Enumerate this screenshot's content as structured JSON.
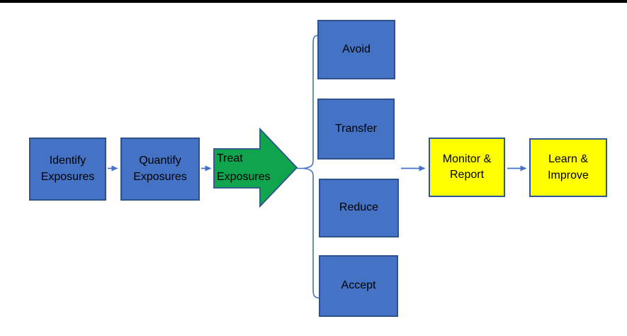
{
  "diagram": {
    "title_hint": "risk management exposure treatment flow",
    "nodes": {
      "identify": {
        "label": "Identify Exposures",
        "shape": "rectangle",
        "fill": "blue"
      },
      "quantify": {
        "label": "Quantify Exposures",
        "shape": "rectangle",
        "fill": "blue"
      },
      "treat": {
        "label": "Treat Exposures",
        "shape": "right-block-arrow",
        "fill": "green"
      },
      "avoid": {
        "label": "Avoid",
        "shape": "rectangle",
        "fill": "blue"
      },
      "transfer": {
        "label": "Transfer",
        "shape": "rectangle",
        "fill": "blue"
      },
      "reduce": {
        "label": "Reduce",
        "shape": "rectangle",
        "fill": "blue"
      },
      "accept": {
        "label": "Accept",
        "shape": "rectangle",
        "fill": "blue"
      },
      "monitor": {
        "label": "Monitor & Report",
        "shape": "rectangle",
        "fill": "yellow"
      },
      "learn": {
        "label": "Learn & Improve",
        "shape": "rectangle",
        "fill": "yellow"
      }
    },
    "flow": [
      "Identify Exposures -> Quantify Exposures",
      "Quantify Exposures -> Treat Exposures",
      "Treat Exposures -> {Avoid, Transfer, Reduce, Accept}",
      "{Avoid, Transfer, Reduce, Accept} -> Monitor & Report",
      "Monitor & Report -> Learn & Improve"
    ]
  },
  "colors": {
    "page-bg": "#ffffff",
    "top-bar": "#000000",
    "box-blue": "#4472C4",
    "box-border": "#2F528F",
    "yellow": "#FFFF00",
    "yellow-border": "#2F5597",
    "green": "#10A44F",
    "green-border": "#2F528F",
    "connector": "#4472C4",
    "text": "#000000"
  }
}
